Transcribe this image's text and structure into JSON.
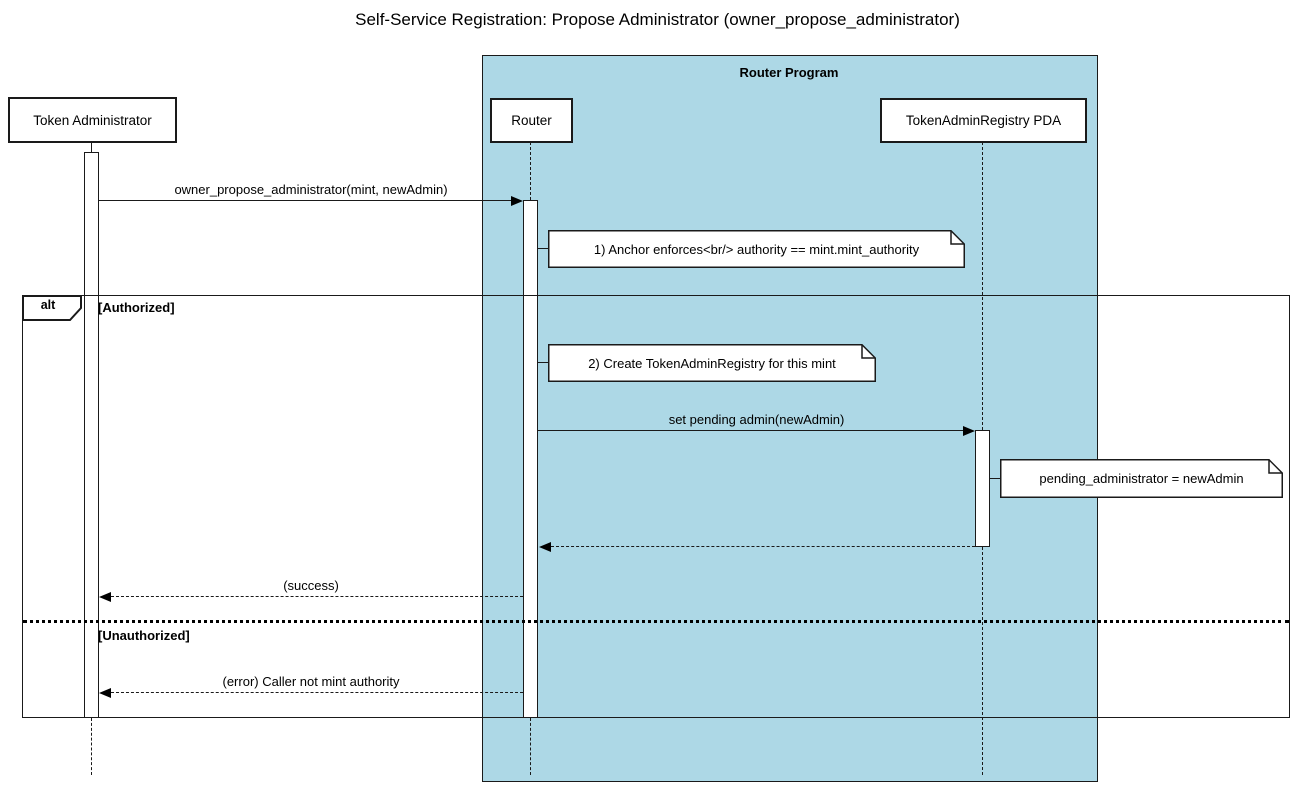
{
  "title": "Self-Service Registration: Propose Administrator (owner_propose_administrator)",
  "colors": {
    "container_fill": "#ADD8E6",
    "line": "#1a1a1a",
    "note_fill": "#ffffff"
  },
  "container": {
    "label": "Router Program"
  },
  "participants": [
    {
      "label": "Token Administrator"
    },
    {
      "label": "Router"
    },
    {
      "label": "TokenAdminRegistry PDA"
    }
  ],
  "messages": [
    {
      "label": "owner_propose_administrator(mint, newAdmin)",
      "type": "solid",
      "from": "Token Administrator",
      "to": "Router"
    },
    {
      "label": "set pending admin(newAdmin)",
      "type": "solid",
      "from": "Router",
      "to": "TokenAdminRegistry PDA"
    },
    {
      "label": "",
      "type": "dashed-return",
      "from": "TokenAdminRegistry PDA",
      "to": "Router"
    },
    {
      "label": "(success)",
      "type": "dashed-return",
      "from": "Router",
      "to": "Token Administrator"
    },
    {
      "label": "(error) Caller not mint authority",
      "type": "dashed-return",
      "from": "Router",
      "to": "Token Administrator"
    }
  ],
  "notes": [
    {
      "text": "1) Anchor enforces<br/> authority == mint.mint_authority"
    },
    {
      "text": "2) Create TokenAdminRegistry for this mint"
    },
    {
      "text": "pending_administrator = newAdmin"
    }
  ],
  "alt_frame": {
    "operator": "alt",
    "guard_authorized": "[Authorized]",
    "guard_unauthorized": "[Unauthorized]"
  }
}
